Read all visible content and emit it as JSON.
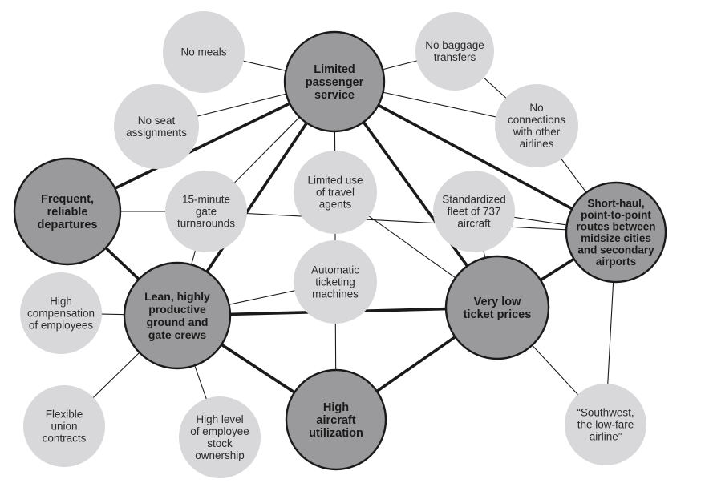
{
  "diagram": {
    "colors": {
      "major_fill": "#9a9a9c",
      "minor_fill": "#d8d8da",
      "stroke": "#1a1a1a",
      "text": "#1a1a1a"
    },
    "nodes": [
      {
        "id": "limited-passenger-service",
        "kind": "major",
        "label": "Limited\npassenger\nservice"
      },
      {
        "id": "frequent-reliable-departures",
        "kind": "major",
        "label": "Frequent,\nreliable\ndepartures"
      },
      {
        "id": "short-haul-routes",
        "kind": "major",
        "label": "Short-haul,\npoint-to-point\nroutes between\nmidsize cities\nand secondary\nairports"
      },
      {
        "id": "lean-ground-crews",
        "kind": "major",
        "label": "Lean, highly\nproductive\nground and\ngate crews"
      },
      {
        "id": "very-low-ticket-prices",
        "kind": "major",
        "label": "Very low\nticket prices"
      },
      {
        "id": "high-aircraft-utilization",
        "kind": "major",
        "label": "High\naircraft\nutilization"
      },
      {
        "id": "no-meals",
        "kind": "minor",
        "label": "No meals"
      },
      {
        "id": "no-seat-assignments",
        "kind": "minor",
        "label": "No seat\nassignments"
      },
      {
        "id": "no-baggage-transfers",
        "kind": "minor",
        "label": "No baggage\ntransfers"
      },
      {
        "id": "no-connections",
        "kind": "minor",
        "label": "No\nconnections\nwith other\nairlines"
      },
      {
        "id": "limited-travel-agents",
        "kind": "minor",
        "label": "Limited use\nof travel\nagents"
      },
      {
        "id": "gate-turnarounds",
        "kind": "minor",
        "label": "15-minute\ngate\nturnarounds"
      },
      {
        "id": "standardized-fleet",
        "kind": "minor",
        "label": "Standardized\nfleet of 737\naircraft"
      },
      {
        "id": "automatic-ticketing",
        "kind": "minor",
        "label": "Automatic\nticketing\nmachines"
      },
      {
        "id": "high-compensation",
        "kind": "minor",
        "label": "High\ncompensation\nof employees"
      },
      {
        "id": "flexible-union",
        "kind": "minor",
        "label": "Flexible\nunion\ncontracts"
      },
      {
        "id": "employee-stock",
        "kind": "minor",
        "label": "High level\nof employee\nstock\nownership"
      },
      {
        "id": "southwest-low-fare",
        "kind": "minor",
        "label": "“Southwest,\nthe low-fare\nairline”"
      }
    ],
    "edges": [
      {
        "from": "limited-passenger-service",
        "to": "frequent-reliable-departures",
        "weight": "thick"
      },
      {
        "from": "limited-passenger-service",
        "to": "short-haul-routes",
        "weight": "thick"
      },
      {
        "from": "limited-passenger-service",
        "to": "lean-ground-crews",
        "weight": "thick"
      },
      {
        "from": "limited-passenger-service",
        "to": "very-low-ticket-prices",
        "weight": "thick"
      },
      {
        "from": "frequent-reliable-departures",
        "to": "lean-ground-crews",
        "weight": "thick"
      },
      {
        "from": "lean-ground-crews",
        "to": "very-low-ticket-prices",
        "weight": "thick"
      },
      {
        "from": "lean-ground-crews",
        "to": "high-aircraft-utilization",
        "weight": "thick"
      },
      {
        "from": "high-aircraft-utilization",
        "to": "very-low-ticket-prices",
        "weight": "thick"
      },
      {
        "from": "very-low-ticket-prices",
        "to": "short-haul-routes",
        "weight": "thick"
      },
      {
        "from": "limited-passenger-service",
        "to": "no-meals",
        "weight": "thin"
      },
      {
        "from": "limited-passenger-service",
        "to": "no-seat-assignments",
        "weight": "thin"
      },
      {
        "from": "limited-passenger-service",
        "to": "no-baggage-transfers",
        "weight": "thin"
      },
      {
        "from": "limited-passenger-service",
        "to": "no-connections",
        "weight": "thin"
      },
      {
        "from": "limited-passenger-service",
        "to": "limited-travel-agents",
        "weight": "thin"
      },
      {
        "from": "limited-passenger-service",
        "to": "gate-turnarounds",
        "weight": "thin"
      },
      {
        "from": "no-baggage-transfers",
        "to": "no-connections",
        "weight": "thin"
      },
      {
        "from": "no-connections",
        "to": "short-haul-routes",
        "weight": "thin"
      },
      {
        "from": "frequent-reliable-departures",
        "to": "gate-turnarounds",
        "weight": "thin"
      },
      {
        "from": "gate-turnarounds",
        "to": "short-haul-routes",
        "weight": "thin"
      },
      {
        "from": "gate-turnarounds",
        "to": "lean-ground-crews",
        "weight": "thin"
      },
      {
        "from": "standardized-fleet",
        "to": "short-haul-routes",
        "weight": "thin"
      },
      {
        "from": "standardized-fleet",
        "to": "very-low-ticket-prices",
        "weight": "thin"
      },
      {
        "from": "limited-travel-agents",
        "to": "very-low-ticket-prices",
        "weight": "thin"
      },
      {
        "from": "limited-travel-agents",
        "to": "automatic-ticketing",
        "weight": "thin"
      },
      {
        "from": "automatic-ticketing",
        "to": "lean-ground-crews",
        "weight": "thin"
      },
      {
        "from": "automatic-ticketing",
        "to": "high-aircraft-utilization",
        "weight": "thin"
      },
      {
        "from": "high-compensation",
        "to": "lean-ground-crews",
        "weight": "thin"
      },
      {
        "from": "flexible-union",
        "to": "lean-ground-crews",
        "weight": "thin"
      },
      {
        "from": "employee-stock",
        "to": "lean-ground-crews",
        "weight": "thin"
      },
      {
        "from": "very-low-ticket-prices",
        "to": "southwest-low-fare",
        "weight": "thin"
      },
      {
        "from": "short-haul-routes",
        "to": "southwest-low-fare",
        "weight": "thin"
      }
    ]
  }
}
